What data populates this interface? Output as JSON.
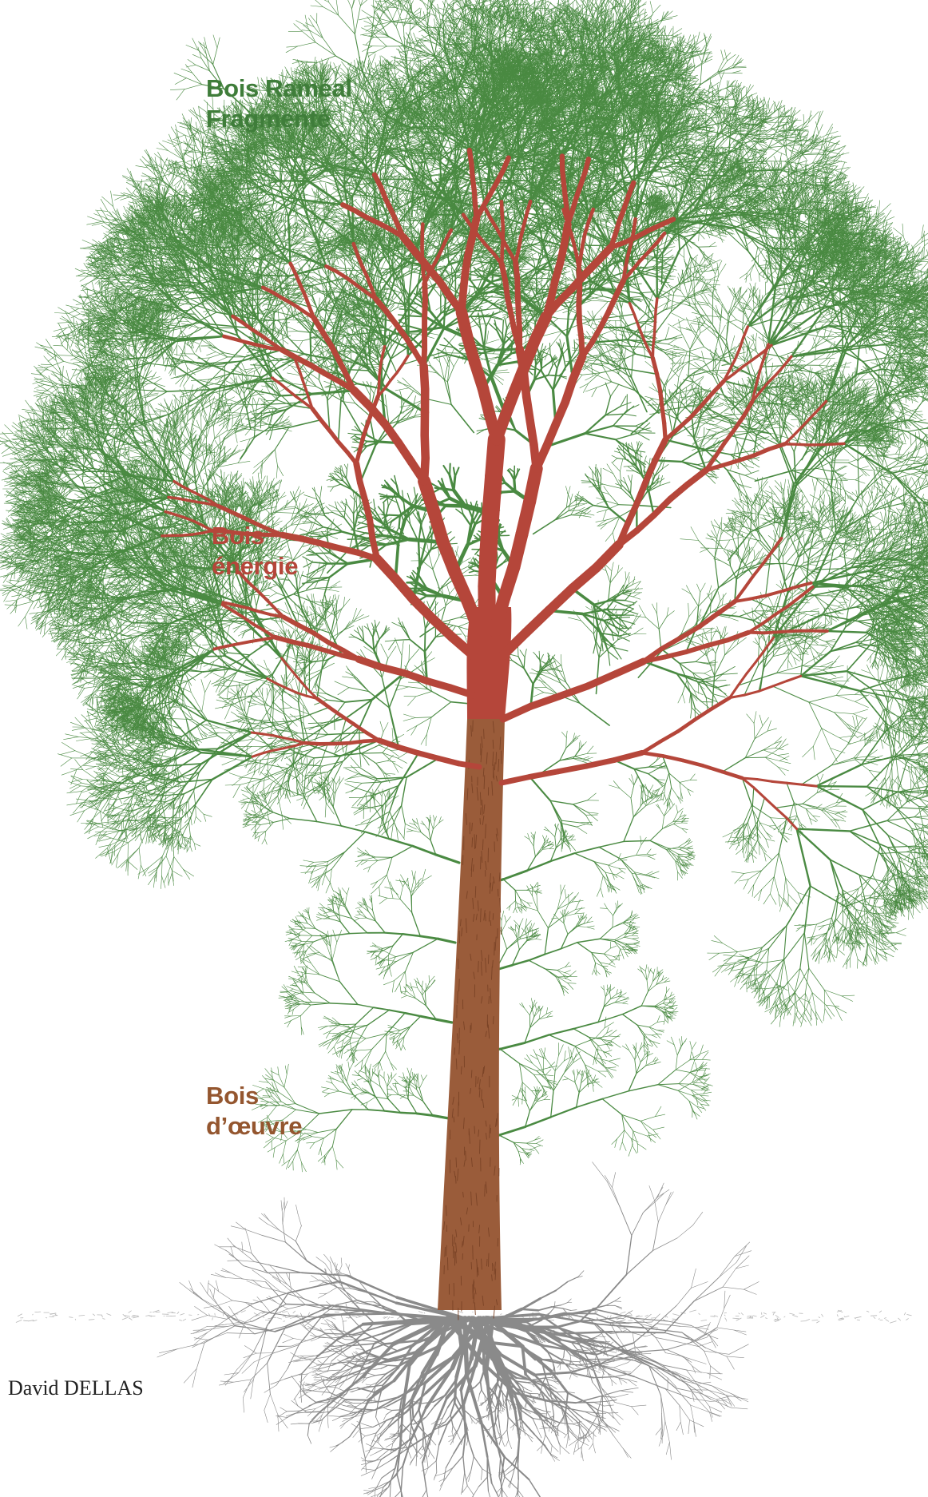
{
  "labels": {
    "brf": {
      "line1": "Bois Raméal",
      "line2": "Fragmenté",
      "color": "#3f7d3a"
    },
    "energie": {
      "line1": "Bois",
      "line2": "énergie",
      "color": "#b5463a"
    },
    "oeuvre": {
      "line1": "Bois",
      "line2": "d’œuvre",
      "color": "#94562f"
    }
  },
  "credit": "David DELLAS",
  "colors": {
    "foliage": "#4a8a42",
    "branches": "#b5463a",
    "trunk": "#9a5c3a",
    "roots": "#8a8a8a"
  }
}
